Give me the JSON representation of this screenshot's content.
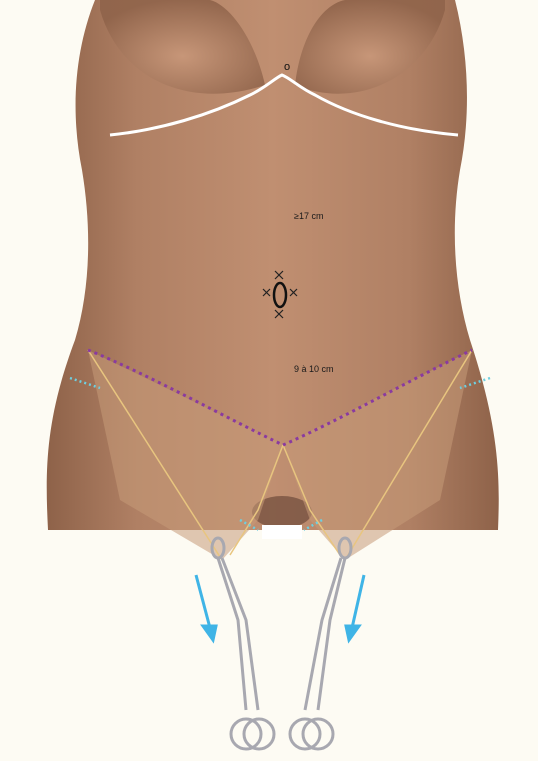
{
  "figure": {
    "labels": {
      "top_point": "o",
      "upper_distance": "≥17 cm",
      "lower_distance": "9 à 10 cm"
    }
  },
  "colors": {
    "background": "#fdfbf3",
    "skin": "#b8876a",
    "skin_shadow": "#8e6249",
    "flap_fill": "#c79a78",
    "inframammary_line": "#ffffff",
    "incision_line": "#8a3aa0",
    "flap_outline": "#e8c57f",
    "lateral_marks": "#6ecfe0",
    "arrow": "#3fb4e6",
    "forceps": "#a8a8b0"
  },
  "icons": {
    "umbilicus": "umbilicus-ellipse-icon",
    "left_forceps": "forceps-icon",
    "right_forceps": "forceps-icon",
    "left_arrow": "arrow-down-icon",
    "right_arrow": "arrow-down-icon"
  }
}
